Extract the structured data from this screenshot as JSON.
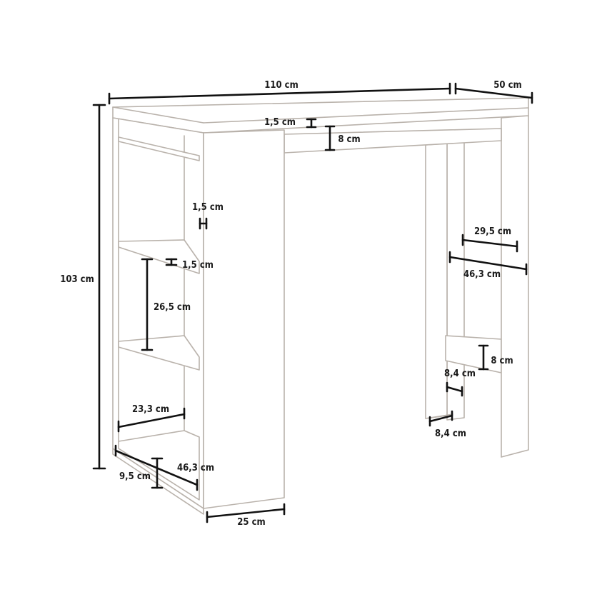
{
  "dimensions": {
    "width_top": "110 cm",
    "depth_top": "50 cm",
    "height_total": "103 cm",
    "top_thickness": "1,5 cm",
    "apron_height": "8 cm",
    "side_panel_thickness": "1,5 cm",
    "shelf_thickness": "1,5 cm",
    "shelf_spacing": "26,5 cm",
    "shelf_width": "23,3 cm",
    "shelf_depth": "46,3 cm",
    "plinth_height": "9,5 cm",
    "cabinet_width": "25 cm",
    "leg_inner_depth": "29,5 cm",
    "leg_outer_depth": "46,3 cm",
    "foot_rail_height": "8 cm",
    "leg_thickness_a": "8,4 cm",
    "leg_thickness_b": "8,4 cm"
  }
}
